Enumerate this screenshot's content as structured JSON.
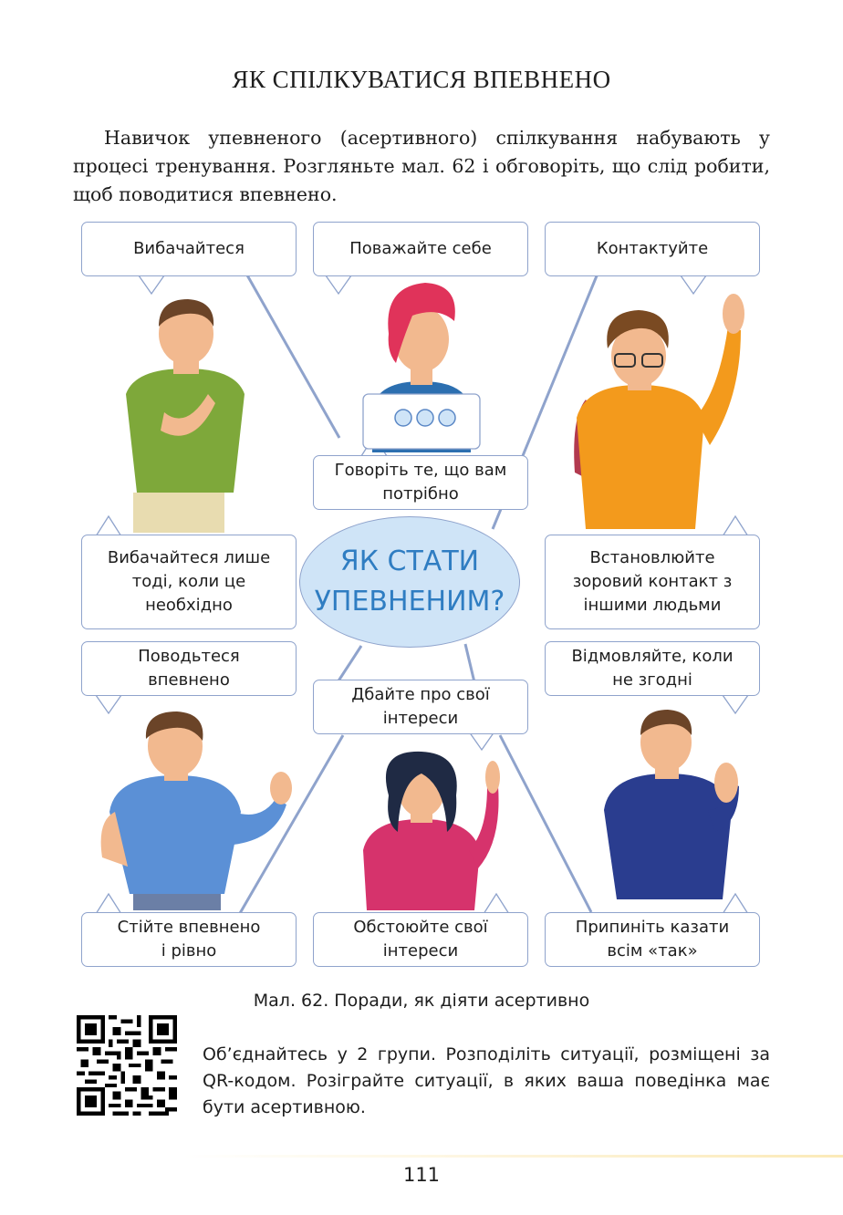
{
  "heading": "ЯК СПІЛКУВАТИСЯ ВПЕВНЕНО",
  "intro": "Навичок упевненого (асертивного) спілкування набувають у процесі тренування. Розгляньте мал. 62 і обговоріть, що слід робити, щоб поводитися впевнено.",
  "diagram": {
    "center": {
      "line1": "ЯК СТАТИ",
      "line2": "УПЕВНЕНИМ?"
    },
    "tips": {
      "apologize": "Вибачайтеся",
      "respect": "Поважайте себе",
      "contact": "Контактуйте",
      "say_need": {
        "line1": "Говоріть те, що вам",
        "line2": "потрібно"
      },
      "apologize_only": {
        "line1": "Вибачайтеся лише",
        "line2": "тоді, коли це",
        "line3": "необхідно"
      },
      "eye_contact": {
        "line1": "Встановлюйте",
        "line2": "зоровий контакт з",
        "line3": "іншими людьми"
      },
      "behave": {
        "line1": "Поводьтеся",
        "line2": "впевнено"
      },
      "care": {
        "line1": "Дбайте про свої",
        "line2": "інтереси"
      },
      "refuse": {
        "line1": "Відмовляйте, коли",
        "line2": "не згодні"
      },
      "stand": {
        "line1": "Стійте впевнено",
        "line2": "і рівно"
      },
      "defend": {
        "line1": "Обстоюйте свої",
        "line2": "інтереси"
      },
      "stop_yes": {
        "line1": "Припиніть казати",
        "line2": "всім «так»"
      }
    },
    "colors": {
      "oval_fill": "#cfe4f7",
      "oval_text": "#2f7dc2",
      "lines": "#8fa3cc"
    }
  },
  "caption": "Мал. 62. Поради, як діяти асертивно",
  "task": "Об’єднайтесь у 2 групи. Розподіліть ситуації, розміщені за QR-кодом. Розіграйте ситуації, в яких ваша поведінка має бути асертивною.",
  "page_number": "111",
  "icons": {
    "qr": "qr-code-icon"
  }
}
